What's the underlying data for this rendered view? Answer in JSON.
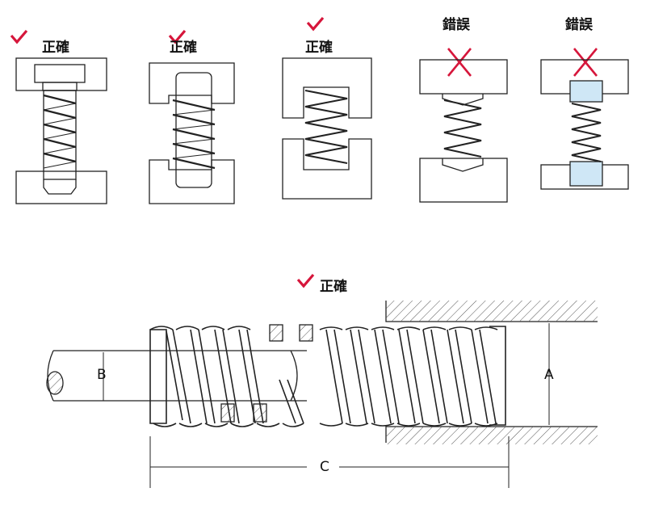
{
  "labels": {
    "ok": "正確",
    "ng": "錯誤"
  },
  "panels": [
    {
      "verdict": "ok"
    },
    {
      "verdict": "ok"
    },
    {
      "verdict": "ok"
    },
    {
      "verdict": "ng"
    },
    {
      "verdict": "ng"
    }
  ],
  "bottom": {
    "verdict_label": "正確",
    "dim_a": "A",
    "dim_b": "B",
    "dim_c": "C"
  },
  "colors": {
    "check": "#d6163b",
    "cross": "#d6163b",
    "stroke": "#222222",
    "guide_fill": "#cfe7f6",
    "hatch": "#444444"
  }
}
